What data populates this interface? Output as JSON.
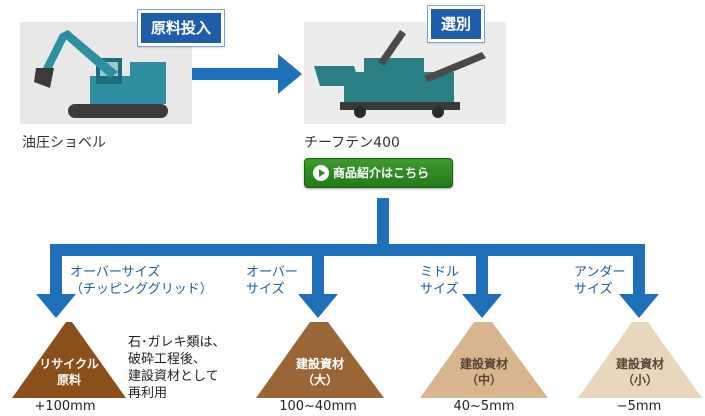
{
  "top": {
    "excavator": {
      "tag": "原料投入",
      "caption": "油圧ショベル"
    },
    "screener": {
      "tag": "選別",
      "caption": "チーフテン400"
    },
    "product_button": "商品紹介はこちら"
  },
  "branches": [
    {
      "label_line1": "オーバーサイズ",
      "label_line2": "（チッピンググリッド）",
      "pile_line1": "リサイクル",
      "pile_line2": "原料",
      "size": "+100mm",
      "pile_color": "#8a4f1a"
    },
    {
      "label_line1": "オーバー",
      "label_line2": "サイズ",
      "pile_line1": "建設資材",
      "pile_line2": "（大）",
      "size": "100~40mm",
      "pile_color": "#9a6638"
    },
    {
      "label_line1": "ミドル",
      "label_line2": "サイズ",
      "pile_line1": "建設資材",
      "pile_line2": "（中）",
      "size": "40~5mm",
      "pile_color": "#d9b58f"
    },
    {
      "label_line1": "アンダー",
      "label_line2": "サイズ",
      "pile_line1": "建設資材",
      "pile_line2": "（小）",
      "size": "−5mm",
      "pile_color": "#e8d6bd"
    }
  ],
  "note": {
    "line1": "石･ガレキ類は、",
    "line2": "破砕工程後、",
    "line3": "建設資材として",
    "line4": "再利用"
  },
  "colors": {
    "arrow": "#1f6fb9",
    "tag_bg": "#1f5da9",
    "button_green": "#2f8a22"
  }
}
